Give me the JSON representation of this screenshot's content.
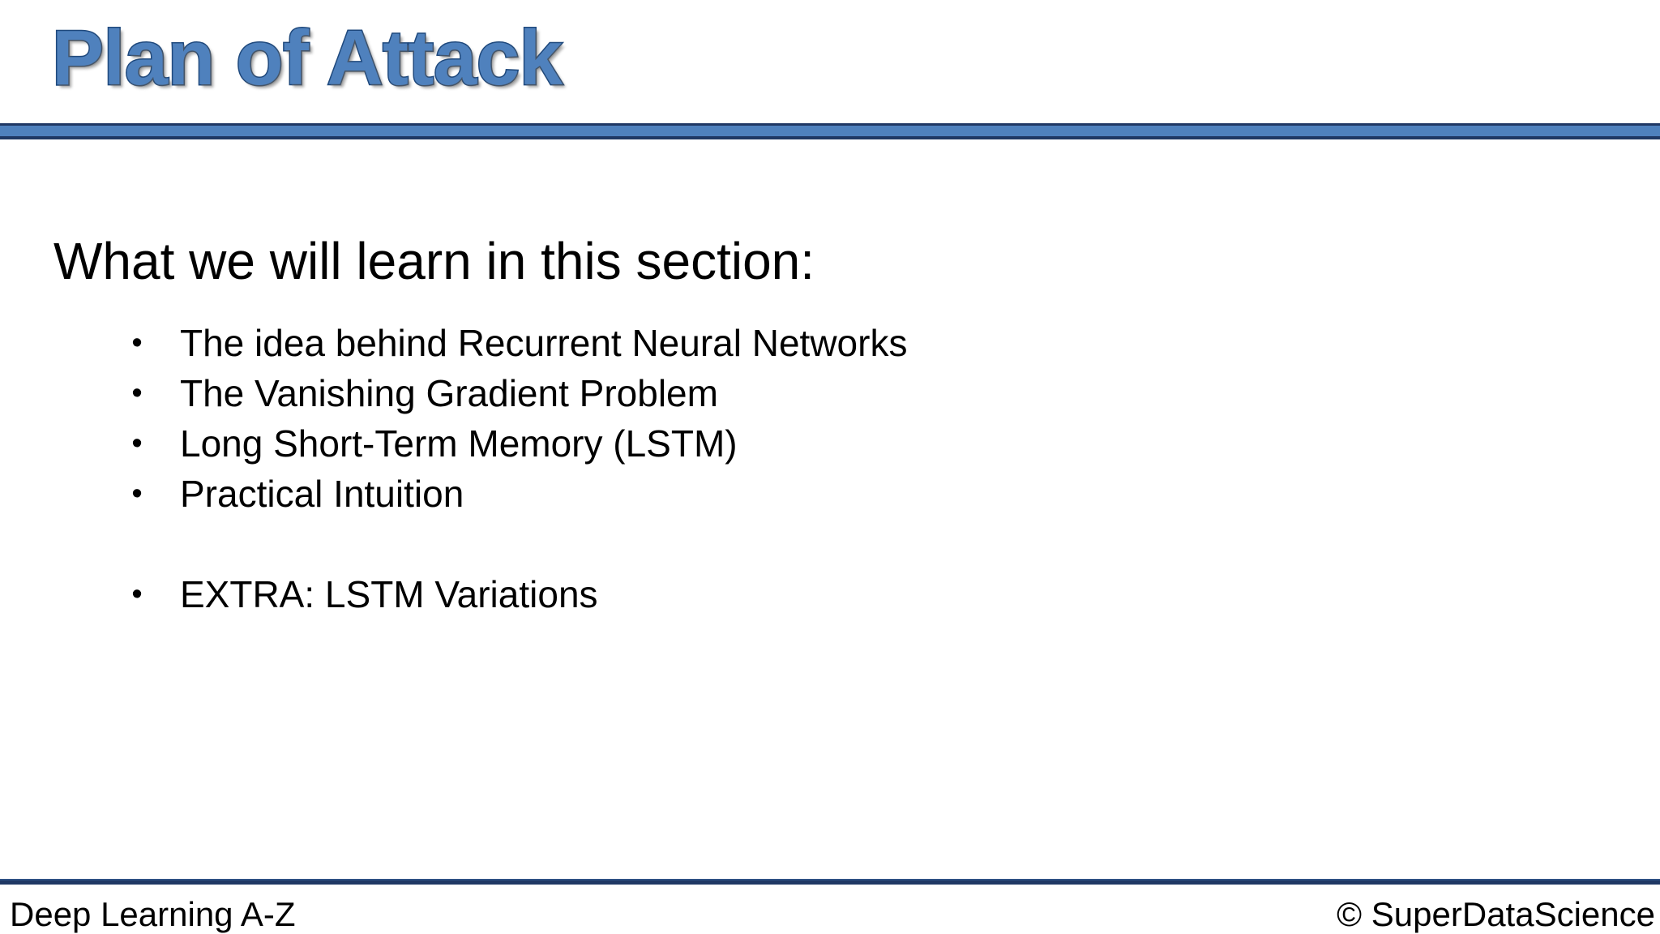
{
  "slide": {
    "title": "Plan of Attack",
    "title_fill_color": "#4F81BD",
    "title_outline_color": "#1F497D",
    "background_color": "#FFFFFF",
    "rule_color_dark": "#1F3864",
    "rule_color_light": "#4F81BD"
  },
  "body": {
    "heading": "What we will learn in this section:",
    "bullet_marker": "•",
    "bullets": [
      {
        "text": "The idea behind Recurrent Neural Networks",
        "gap_before": false
      },
      {
        "text": "The Vanishing Gradient Problem",
        "gap_before": false
      },
      {
        "text": "Long Short-Term Memory (LSTM)",
        "gap_before": false
      },
      {
        "text": "Practical Intuition",
        "gap_before": false
      },
      {
        "text": "EXTRA: LSTM Variations",
        "gap_before": true
      }
    ]
  },
  "footer": {
    "left": "Deep Learning A-Z",
    "right": "© SuperDataScience"
  }
}
